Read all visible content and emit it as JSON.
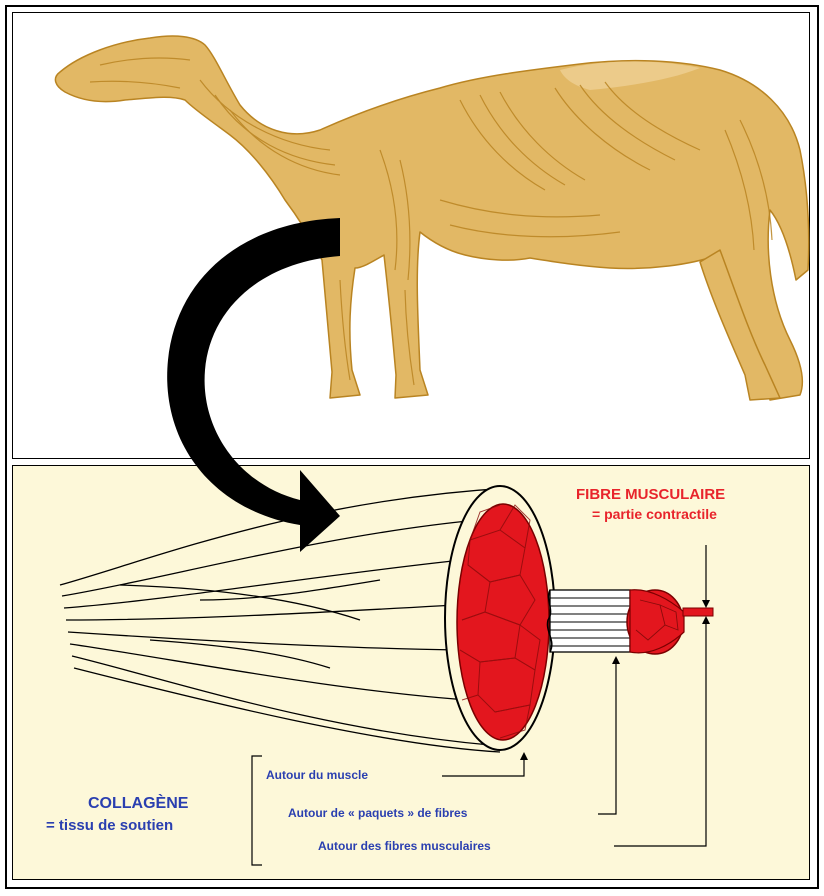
{
  "colors": {
    "camel": "#d4a64a",
    "camel_dark": "#b98422",
    "panel_bg": "#fdf8d9",
    "fiber_red": "#e3161e",
    "label_red": "#e8242b",
    "label_blue": "#2a3fb0"
  },
  "illustration": {
    "subject": "camel-musculature",
    "icon": "camel-icon"
  },
  "labels": {
    "fibre_title": "FIBRE MUSCULAIRE",
    "fibre_sub": "= partie contractile",
    "collagene_title": "COLLAGÈNE",
    "collagene_sub": "= tissu de soutien",
    "around_muscle": "Autour du muscle",
    "around_bundles": "Autour de « paquets » de fibres",
    "around_fibres": "Autour des fibres musculaires"
  }
}
